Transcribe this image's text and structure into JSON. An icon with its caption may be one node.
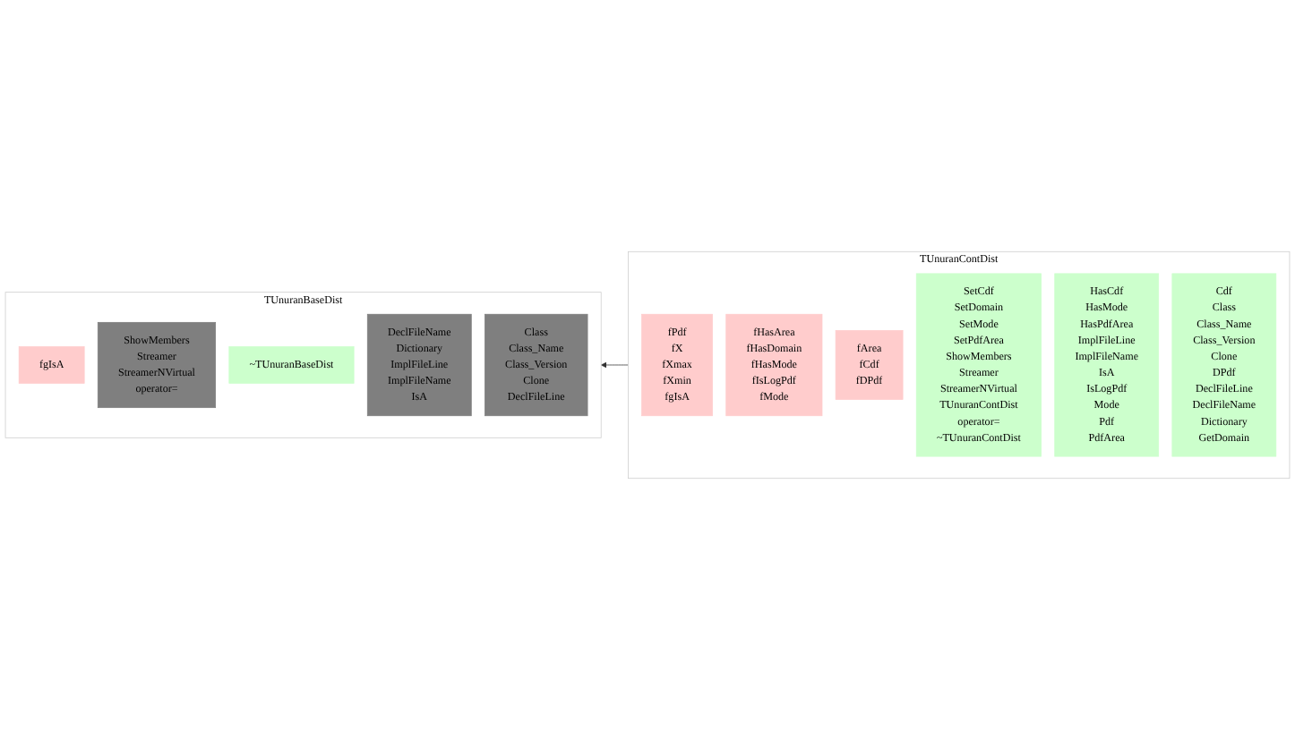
{
  "diagram": {
    "nodes": [
      {
        "text": [
          "TUnuranBaseDist"
        ]
      },
      {
        "text": [
          "fgIsA"
        ],
        "in": 0
      },
      {
        "text": [
          "ShowMembers",
          "Streamer",
          "StreamerNVirtual",
          "operator="
        ],
        "in": 0
      },
      {
        "text": [
          "~TUnuranBaseDist"
        ],
        "in": 0
      },
      {
        "text": [
          "DeclFileName",
          "Dictionary",
          "ImplFileLine",
          "ImplFileName",
          "IsA"
        ],
        "in": 0
      },
      {
        "text": [
          "Class",
          "Class_Name",
          "Class_Version",
          "Clone",
          "DeclFileLine"
        ],
        "in": 0
      },
      {
        "text": [
          "TUnuranContDist"
        ]
      },
      {
        "text": [
          "fPdf",
          "fX",
          "fXmax",
          "fXmin",
          "fgIsA"
        ],
        "in": 6
      },
      {
        "text": [
          "fHasArea",
          "fHasDomain",
          "fHasMode",
          "fIsLogPdf",
          "fMode"
        ],
        "in": 6
      },
      {
        "text": [
          "fArea",
          "fCdf",
          "fDPdf"
        ],
        "in": 6
      },
      {
        "text": [
          "SetCdf",
          "SetDomain",
          "SetMode",
          "SetPdfArea",
          "ShowMembers",
          "Streamer",
          "StreamerNVirtual",
          "TUnuranContDist",
          "operator=",
          "~TUnuranContDist"
        ],
        "in": 6
      },
      {
        "text": [
          "HasCdf",
          "HasMode",
          "HasPdfArea",
          "ImplFileLine",
          "ImplFileName",
          "IsA",
          "IsLogPdf",
          "Mode",
          "Pdf",
          "PdfArea"
        ],
        "in": 6
      },
      {
        "text": [
          "Cdf",
          "Class",
          "Class_Name",
          "Class_Version",
          "Clone",
          "DPdf",
          "DeclFileLine",
          "DeclFileName",
          "Dictionary",
          "GetDomain"
        ],
        "in": 6
      }
    ],
    "edges": [
      {
        "from": 6,
        "to": 0,
        "arrow": "to"
      }
    ]
  }
}
